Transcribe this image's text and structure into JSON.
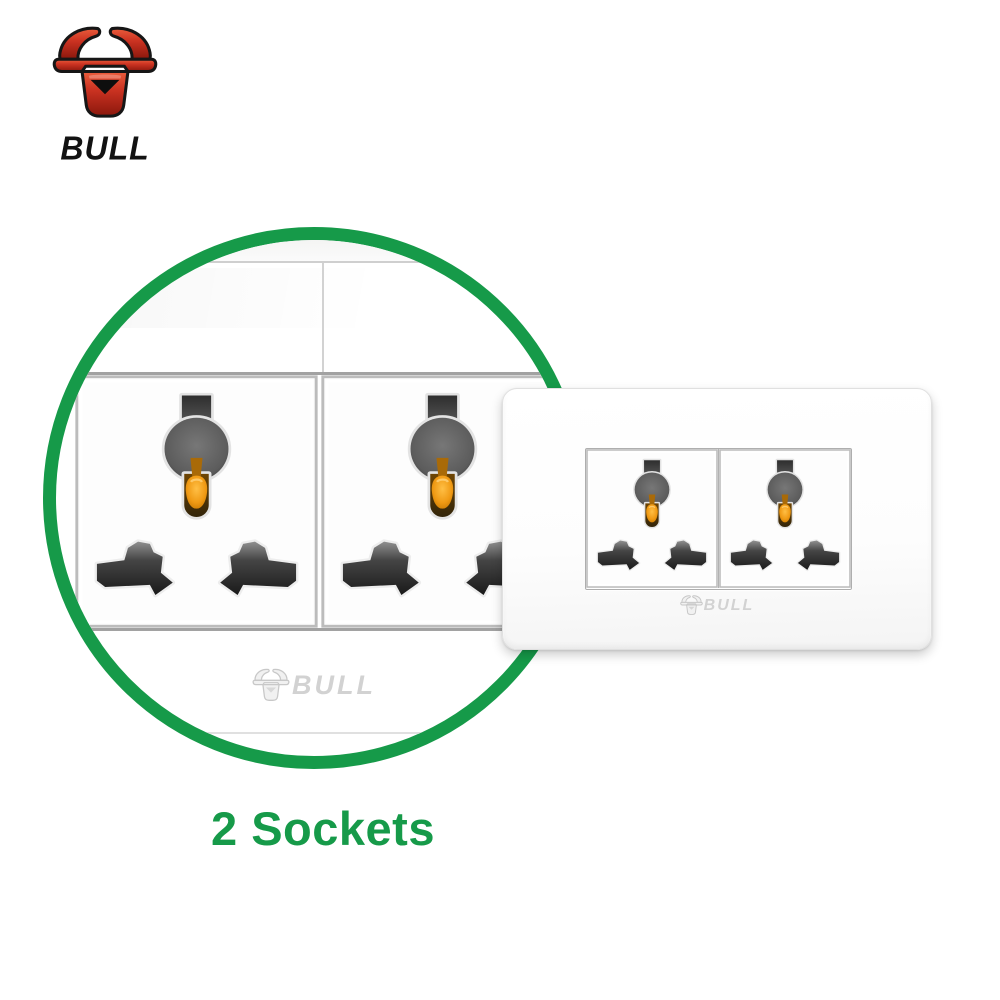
{
  "brand": {
    "logo": {
      "icon": "bull-logo-icon",
      "text": "BULL"
    }
  },
  "zoom_view": {
    "watermark": {
      "icon": "bull-watermark-icon",
      "text": "BULL"
    }
  },
  "product": {
    "watermark": {
      "icon": "bull-watermark-icon",
      "text": "BULL"
    }
  },
  "caption": {
    "text": "2 Sockets"
  },
  "colors": {
    "accent_green": "#169A49",
    "bull_red": "#CC3322",
    "bull_red_dark": "#8A170C",
    "shutter_orange": "#E8941F",
    "watermark_gray": "#D2D2D2",
    "plate_white": "#FDFDFD"
  }
}
